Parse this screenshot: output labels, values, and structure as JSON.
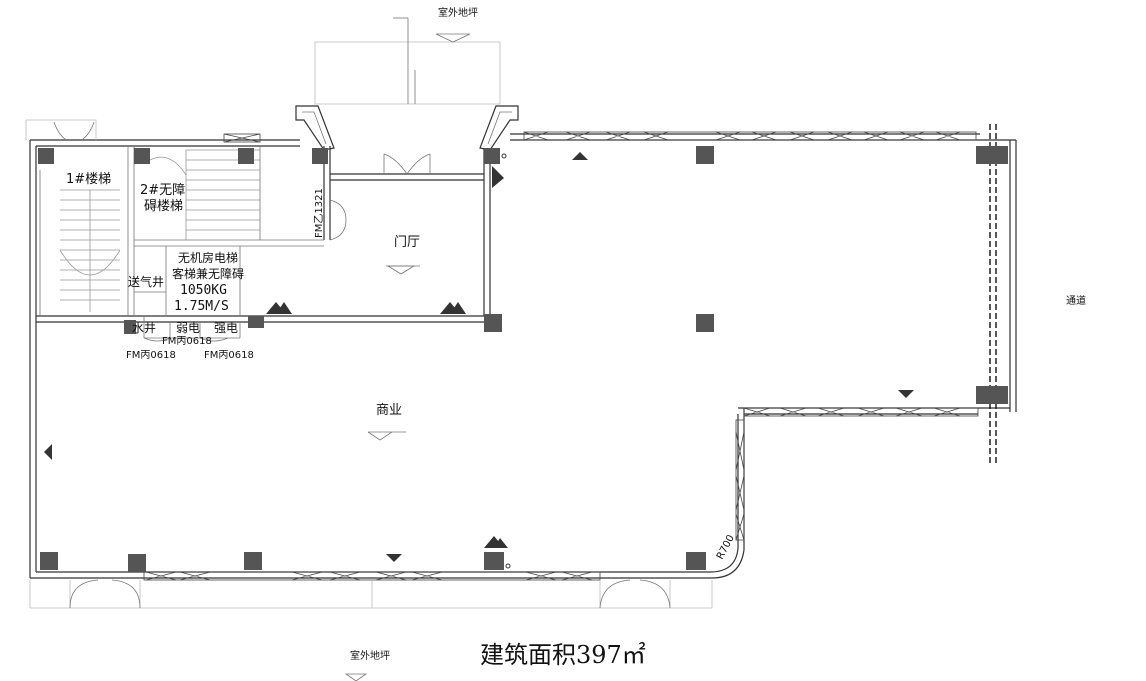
{
  "labels": {
    "outdoor_top": "室外地坪",
    "outdoor_bottom": "室外地坪",
    "stair1": "1#楼梯",
    "stair2_line1": "2#无障",
    "stair2_line2": "碍楼梯",
    "door_fm": "FM乙1321",
    "lobby": "门厅",
    "elevator_line1": "无机房电梯",
    "elevator_line2": "客梯兼无障碍",
    "elevator_load": "1050KG",
    "elevator_speed": "1.75M/S",
    "vent_shaft": "送气井",
    "water_shaft": "水井",
    "strong_elec": "强电",
    "weak_elec": "弱电",
    "fm1": "FM丙0618",
    "fm2": "FM丙0618",
    "fm3": "FM丙0618",
    "commercial": "商业",
    "passage": "通道",
    "radius": "R700",
    "area": "建筑面积397㎡"
  },
  "colors": {
    "column": "#555555",
    "wall": "#333333"
  }
}
